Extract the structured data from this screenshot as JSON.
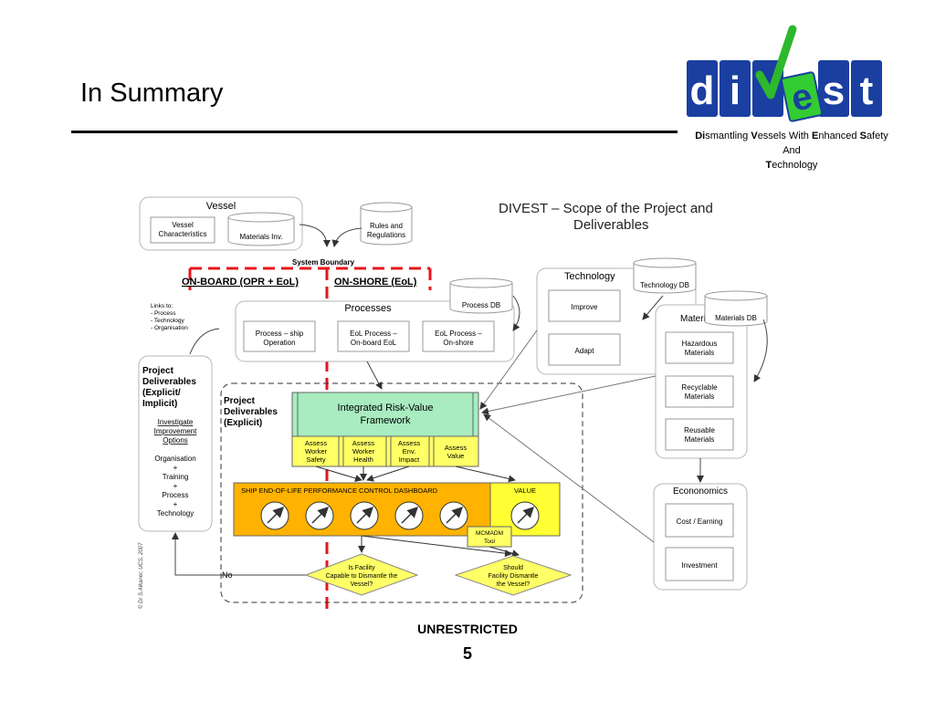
{
  "slide": {
    "title": "In Summary",
    "logo": {
      "letters": [
        "d",
        "i",
        "v",
        "e",
        "s",
        "t"
      ],
      "brand_color": "#1a3fa0",
      "accent_color": "#33cc33"
    },
    "acronym": {
      "line1": [
        {
          "bold": "Di",
          "rest": "smantling "
        },
        {
          "bold": "V",
          "rest": "essels With "
        },
        {
          "bold": "E",
          "rest": "nhanced "
        },
        {
          "bold": "S",
          "rest": "afety"
        }
      ],
      "line2": "And",
      "line3": {
        "bold": "T",
        "rest": "echnology"
      }
    },
    "classification": "UNRESTRICTED",
    "page_number": "5"
  },
  "diagram": {
    "heading": [
      "DIVEST – Scope of the Project and",
      "Deliverables"
    ],
    "vessel": {
      "title": "Vessel",
      "characteristics": [
        "Vessel",
        "Characteristics"
      ],
      "materials_inv": "Materials Inv."
    },
    "rules": [
      "Rules and",
      "Regulations"
    ],
    "system_boundary": "System Boundary",
    "on_board": "ON-BOARD (OPR + EoL)",
    "on_shore": "ON-SHORE (EoL)",
    "links_note": [
      "Links to:",
      "- Process",
      "- Technology",
      "- Organisation"
    ],
    "processes": {
      "title": "Processes",
      "db": "Process DB",
      "items": [
        [
          "Process – ship",
          "Operation"
        ],
        [
          "EoL Process –",
          "On-board EoL"
        ],
        [
          "EoL Process –",
          "On-shore"
        ]
      ]
    },
    "technology": {
      "title": "Technology",
      "db": "Technology DB",
      "items": [
        "Improve",
        "Adapt"
      ]
    },
    "materials": {
      "title": "Materials",
      "db": "Materials DB",
      "items": [
        [
          "Hazardous",
          "Materials"
        ],
        [
          "Recyclable",
          "Materials"
        ],
        [
          "Reusable",
          "Materials"
        ]
      ]
    },
    "economics": {
      "title": "Econonomics",
      "items": [
        "Cost / Earning",
        "Investment"
      ]
    },
    "deliverables_left": {
      "title": [
        "Project",
        "Deliverables",
        "(Explicit/",
        "Implicit)"
      ],
      "link": [
        "Investigate",
        "Improvement",
        "Options"
      ],
      "stack": [
        "Organisation",
        "+",
        "Training",
        "+",
        "Process",
        "+",
        "Technology"
      ]
    },
    "deliverables_explicit": [
      "Project",
      "Deliverables",
      "(Explicit)"
    ],
    "framework": [
      "Integrated Risk-Value",
      "Framework"
    ],
    "assess": [
      [
        "Assess",
        "Worker",
        "Safety"
      ],
      [
        "Assess",
        "Worker",
        "Health"
      ],
      [
        "Assess",
        "Env.",
        "Impact"
      ],
      [
        "Assess",
        "Value"
      ]
    ],
    "dashboard": {
      "title": "SHIP END-OF-LIFE PERFORMANCE CONTROL DASHBOARD",
      "value": "VALUE",
      "gauges": 5
    },
    "mcmadm": [
      "MCMADM",
      "Tool"
    ],
    "decision1": [
      "Is Facility",
      "Capable to Dismantle the",
      "Vessel?"
    ],
    "decision2": [
      "Should",
      "Facility Dismantle",
      "the Vessel?"
    ],
    "no_label": "No",
    "copyright": "© Dr S.Alkaner, UCS, 2007",
    "colors": {
      "boundary_red": "#e8141b",
      "framework_green": "#a8ecc0",
      "assess_yellow": "#ffff66",
      "dashboard_orange": "#ffb300",
      "value_yellow": "#ffff33",
      "box_border": "#b5b5b5"
    }
  }
}
